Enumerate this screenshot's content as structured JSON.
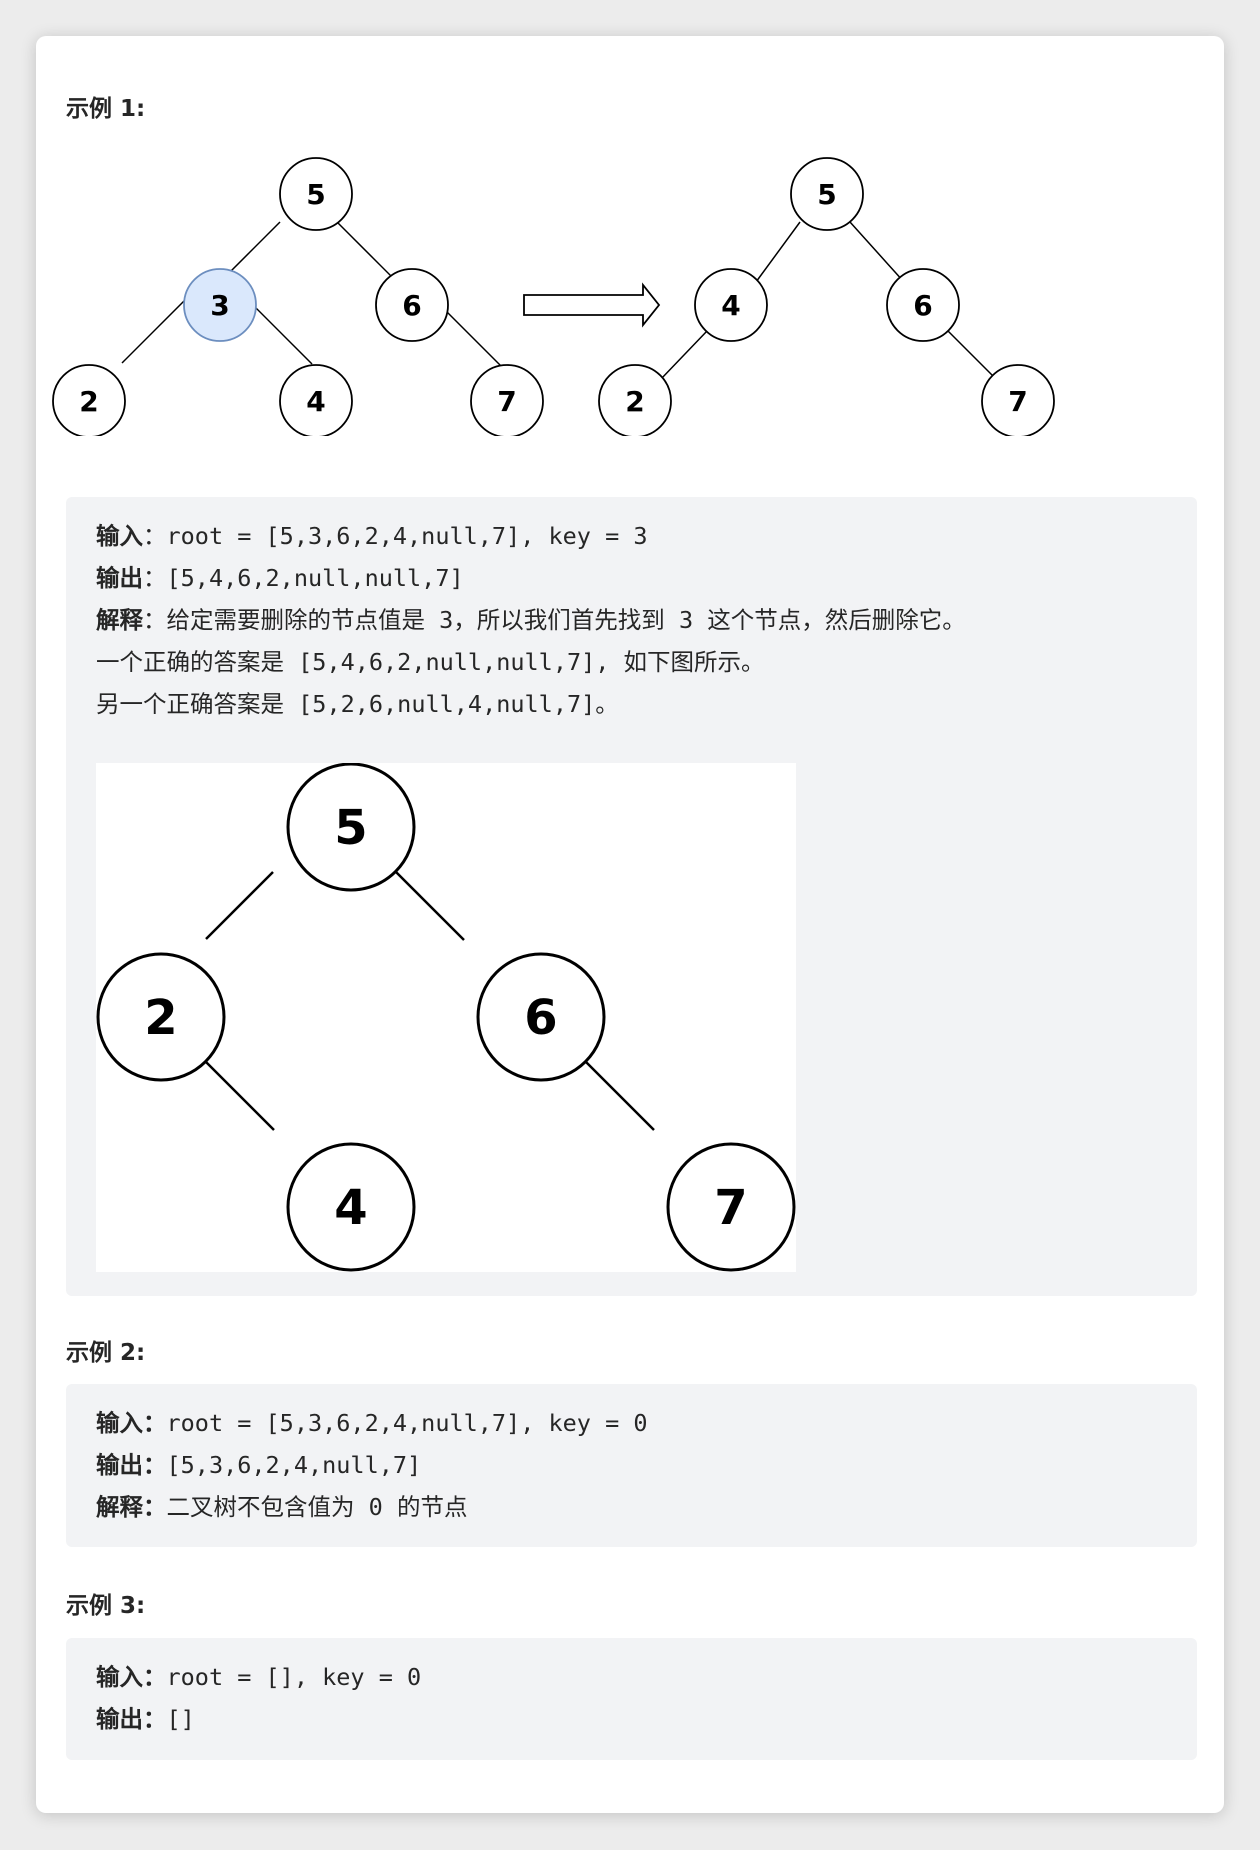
{
  "example1": {
    "heading": "示例 1:",
    "diagram_before": {
      "nodes": [
        {
          "id": "n5",
          "label": "5",
          "highlighted": false
        },
        {
          "id": "n3",
          "label": "3",
          "highlighted": true
        },
        {
          "id": "n6",
          "label": "6",
          "highlighted": false
        },
        {
          "id": "n2",
          "label": "2",
          "highlighted": false
        },
        {
          "id": "n4",
          "label": "4",
          "highlighted": false
        },
        {
          "id": "n7",
          "label": "7",
          "highlighted": false
        }
      ]
    },
    "arrow_icon": "right-arrow-icon",
    "diagram_after": {
      "nodes": [
        {
          "id": "m5",
          "label": "5"
        },
        {
          "id": "m4",
          "label": "4"
        },
        {
          "id": "m6",
          "label": "6"
        },
        {
          "id": "m2",
          "label": "2"
        },
        {
          "id": "m7",
          "label": "7"
        }
      ]
    },
    "input_label": "输入",
    "input_value": "：root = [5,3,6,2,4,null,7], key = 3",
    "output_label": "输出",
    "output_value": "：[5,4,6,2,null,null,7]",
    "explain_label": "解释",
    "explain_value": "：给定需要删除的节点值是 3，所以我们首先找到 3 这个节点，然后删除它。",
    "line4": "一个正确的答案是 [5,4,6,2,null,null,7], 如下图所示。",
    "line5": "另一个正确答案是 [5,2,6,null,4,null,7]。",
    "diagram_alt": {
      "nodes": [
        {
          "id": "a5",
          "label": "5"
        },
        {
          "id": "a2",
          "label": "2"
        },
        {
          "id": "a6",
          "label": "6"
        },
        {
          "id": "a4",
          "label": "4"
        },
        {
          "id": "a7",
          "label": "7"
        }
      ]
    }
  },
  "example2": {
    "heading": "示例 2:",
    "input_label": "输入：",
    "input_value": "root = [5,3,6,2,4,null,7], key = 0",
    "output_label": "输出：",
    "output_value": "[5,3,6,2,4,null,7]",
    "explain_label": "解释：",
    "explain_value": "二叉树不包含值为 0 的节点"
  },
  "example3": {
    "heading": "示例 3:",
    "input_label": "输入：",
    "input_value": "root = [], key = 0",
    "output_label": "输出：",
    "output_value": "[]"
  },
  "colors": {
    "code_bg": "#f2f3f5",
    "highlight_fill": "#dae8fc",
    "highlight_stroke": "#6c8ebf"
  }
}
